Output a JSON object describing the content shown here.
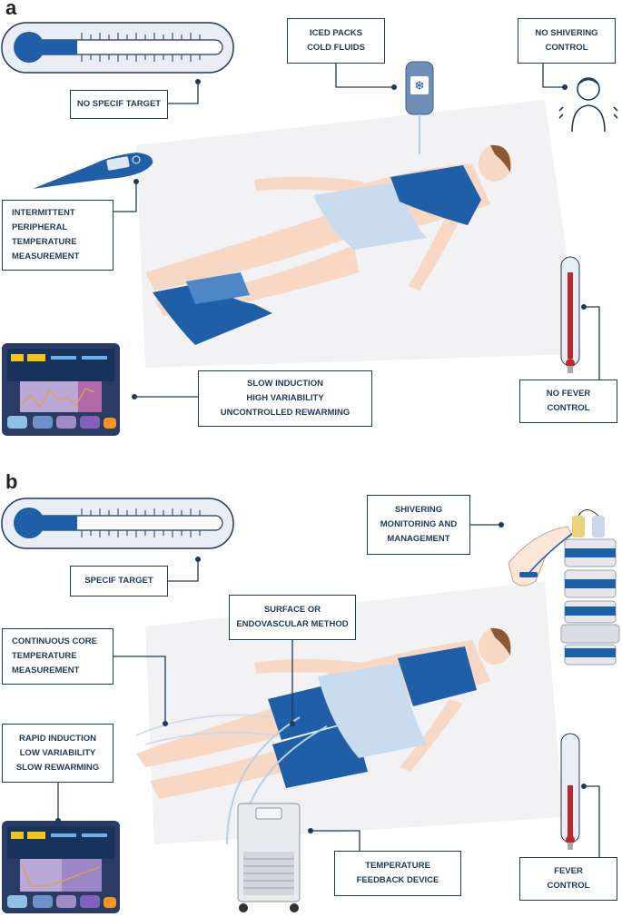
{
  "panels": {
    "a": {
      "letter": "a",
      "labels": {
        "no_target": "NO SPECIF TARGET",
        "iced_packs": [
          "ICED PACKS",
          "COLD FLUIDS"
        ],
        "no_shivering": [
          "NO SHIVERING",
          "CONTROL"
        ],
        "intermittent": [
          "INTERMITTENT",
          "PERIPHERAL",
          "TEMPERATURE",
          "MEASUREMENT"
        ],
        "slow_induction": [
          "SLOW INDUCTION",
          "HIGH VARIABILITY",
          "UNCONTROLLED REWARMING"
        ],
        "no_fever": [
          "NO FEVER",
          "CONTROL"
        ]
      },
      "thermometer_fill_fraction": 0.32
    },
    "b": {
      "letter": "b",
      "labels": {
        "specif_target": "SPECIF TARGET",
        "shivering": [
          "SHIVERING",
          "MONITORING AND",
          "MANAGEMENT"
        ],
        "surface": [
          "SURFACE OR",
          "ENDOVASCULAR METHOD"
        ],
        "continuous": [
          "CONTINUOUS CORE",
          "TEMPERATURE",
          "MEASUREMENT"
        ],
        "rapid": [
          "RAPID INDUCTION",
          "LOW VARIABILITY",
          "SLOW REWARMING"
        ],
        "feedback": [
          "TEMPERATURE",
          "FEEDBACK DEVICE"
        ],
        "fever": [
          "FEVER",
          "CONTROL"
        ]
      },
      "thermometer_fill_fraction": 0.32
    }
  },
  "colors": {
    "navy": "#1d3a5c",
    "blue": "#1f5fa8",
    "light_blue": "#b9cfe6",
    "skin": "#f6d8c4",
    "hair": "#8a5a35",
    "red": "#c0272d",
    "background_shape": "#f2f1f3"
  }
}
